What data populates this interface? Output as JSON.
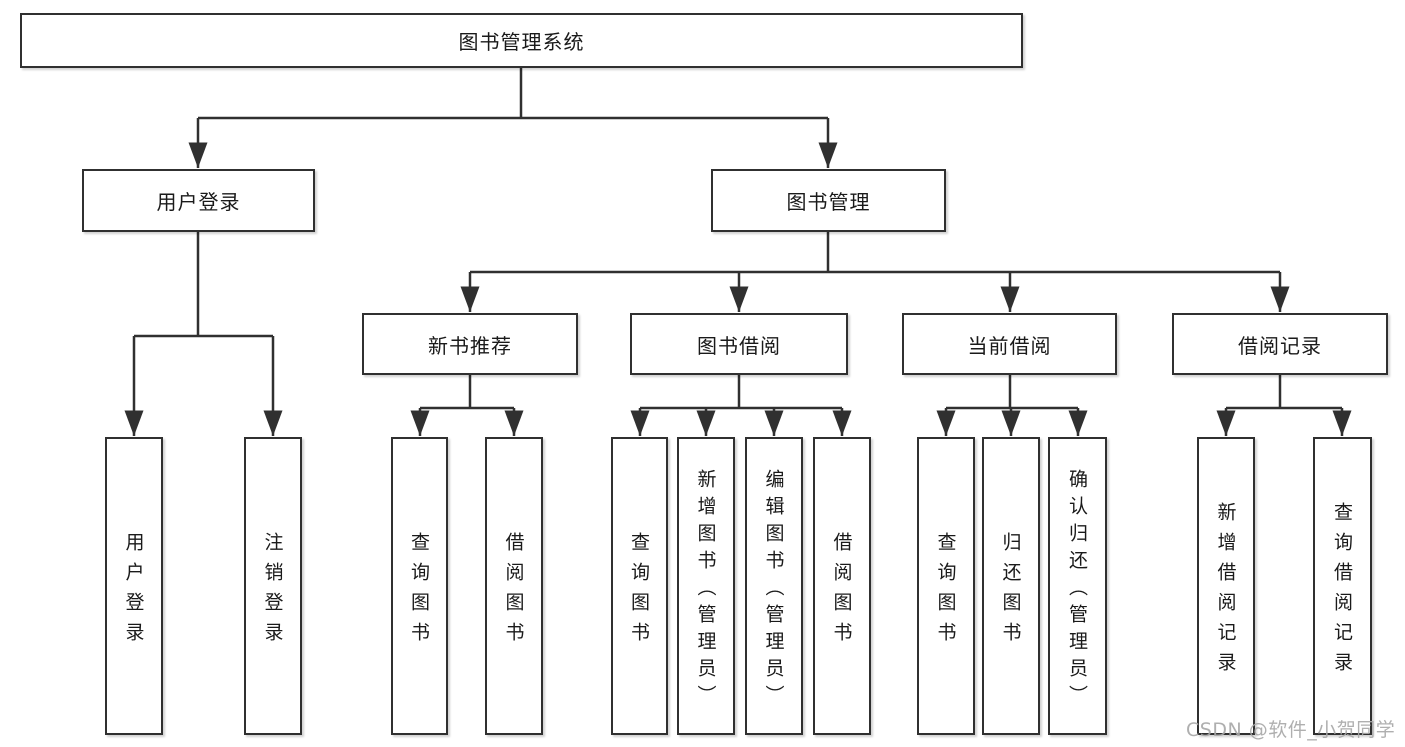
{
  "diagram": {
    "title": "图书管理系统",
    "watermark": "CSDN @软件_小贺同学",
    "colors": {
      "line": "#303030",
      "box_border": "#303030",
      "box_background": "#ffffff",
      "text": "#1a1a1a",
      "watermark": "#a8a8a8"
    },
    "hierarchy": {
      "图书管理系统": {
        "用户登录": [
          "用户登录",
          "注销登录"
        ],
        "图书管理": {
          "新书推荐": [
            "查询图书",
            "借阅图书"
          ],
          "图书借阅": [
            "查询图书",
            "新增图书（管理员）",
            "编辑图书（管理员）",
            "借阅图书"
          ],
          "当前借阅": [
            "查询图书",
            "归还图书",
            "确认归还（管理员）"
          ],
          "借阅记录": [
            "新增借阅记录",
            "查询借阅记录"
          ]
        }
      }
    }
  },
  "nodes": {
    "root": {
      "label": "图书管理系统"
    },
    "user_login": {
      "label": "用户登录"
    },
    "book_mgmt": {
      "label": "图书管理"
    },
    "new_book_rec": {
      "label": "新书推荐"
    },
    "book_borrow": {
      "label": "图书借阅"
    },
    "current_borrow": {
      "label": "当前借阅"
    },
    "borrow_record": {
      "label": "借阅记录"
    },
    "leaf_user_login": {
      "label": "用户登录"
    },
    "leaf_logout": {
      "label": "注销登录"
    },
    "leaf_nbr_query": {
      "label": "查询图书"
    },
    "leaf_nbr_borrow": {
      "label": "借阅图书"
    },
    "leaf_bb_query": {
      "label": "查询图书"
    },
    "leaf_bb_add": {
      "label": "新增图书（管理员）"
    },
    "leaf_bb_edit": {
      "label": "编辑图书（管理员）"
    },
    "leaf_bb_borrow": {
      "label": "借阅图书"
    },
    "leaf_cb_query": {
      "label": "查询图书"
    },
    "leaf_cb_return": {
      "label": "归还图书"
    },
    "leaf_cb_confirm": {
      "label": "确认归还（管理员）"
    },
    "leaf_br_add": {
      "label": "新增借阅记录"
    },
    "leaf_br_query": {
      "label": "查询借阅记录"
    }
  }
}
